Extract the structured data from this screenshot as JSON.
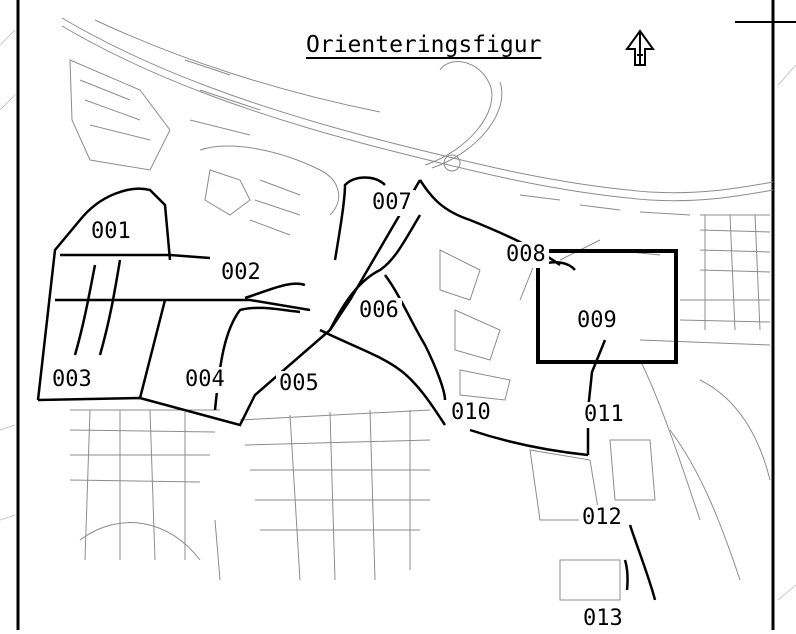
{
  "map": {
    "title": "Orienteringsfigur",
    "sheets": [
      {
        "id": "001"
      },
      {
        "id": "002"
      },
      {
        "id": "003"
      },
      {
        "id": "004"
      },
      {
        "id": "005"
      },
      {
        "id": "006"
      },
      {
        "id": "007"
      },
      {
        "id": "008"
      },
      {
        "id": "009",
        "highlighted": true
      },
      {
        "id": "010"
      },
      {
        "id": "011"
      },
      {
        "id": "012"
      },
      {
        "id": "013"
      }
    ],
    "north_arrow": "north-arrow-icon",
    "colors": {
      "line": "#000000",
      "background_map": "#8c8c8c",
      "paper": "#ffffff"
    }
  }
}
